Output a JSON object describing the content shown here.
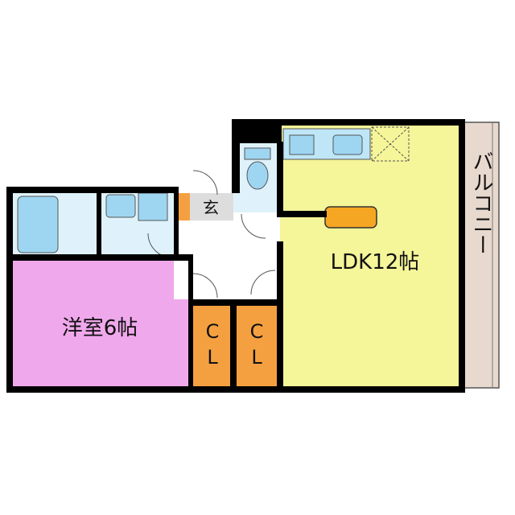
{
  "floorplan": {
    "rooms": {
      "ldk": {
        "label": "LDK12帖",
        "color": "#f5f59a"
      },
      "western_room": {
        "label": "洋室6帖",
        "color": "#f0a8ec"
      },
      "entrance": {
        "label": "玄",
        "color": "#dddddd"
      },
      "balcony": {
        "label": "バルコニー",
        "color": "#e8d9cf"
      },
      "closet_1": {
        "label_top": "C",
        "label_bottom": "L",
        "color": "#f5a040"
      },
      "closet_2": {
        "label_top": "C",
        "label_bottom": "L",
        "color": "#f5a040"
      }
    },
    "fixture_colors": {
      "wet_area": "#bfe6f7",
      "fixture": "#9ed6f2",
      "wall": "#000000",
      "table": "#f5a623"
    },
    "icons": [
      "bathtub-icon",
      "washbasin-icon",
      "washing-machine-icon",
      "toilet-icon",
      "kitchen-sink-icon",
      "stove-icon",
      "refrigerator-space-icon",
      "dining-table-icon",
      "door-swing-icon"
    ]
  }
}
